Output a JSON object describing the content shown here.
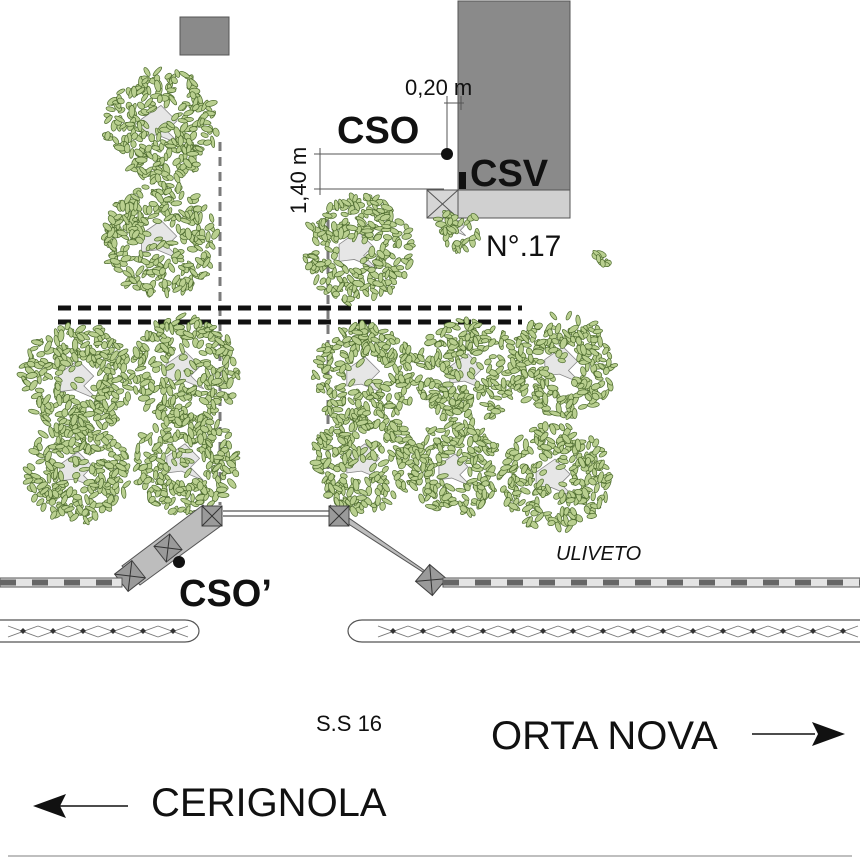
{
  "labels": {
    "cso": "CSO",
    "csv": "CSV",
    "cso_prime": "CSO’",
    "house_number": "N°.17",
    "dim_horizontal": "0,20 m",
    "dim_vertical": "1,40 m",
    "uliveto": "ULIVETO",
    "road": "S.S 16",
    "orta_nova": "ORTA NOVA",
    "cerignola": "CERIGNOLA"
  },
  "colors": {
    "building": "#8a8a8a",
    "building_base": "#d0d0d0",
    "gate": "#bdbdbd",
    "foliage": "#b9cf8f",
    "foliage_dark": "#4d6b2e",
    "dash": "#7a7a7a",
    "text": "#111111"
  },
  "icons": {
    "olive_tree": "olive-tree-icon",
    "arrow_right": "arrow-right-icon",
    "arrow_left": "arrow-left-icon",
    "measure_point": "measure-point-icon"
  }
}
